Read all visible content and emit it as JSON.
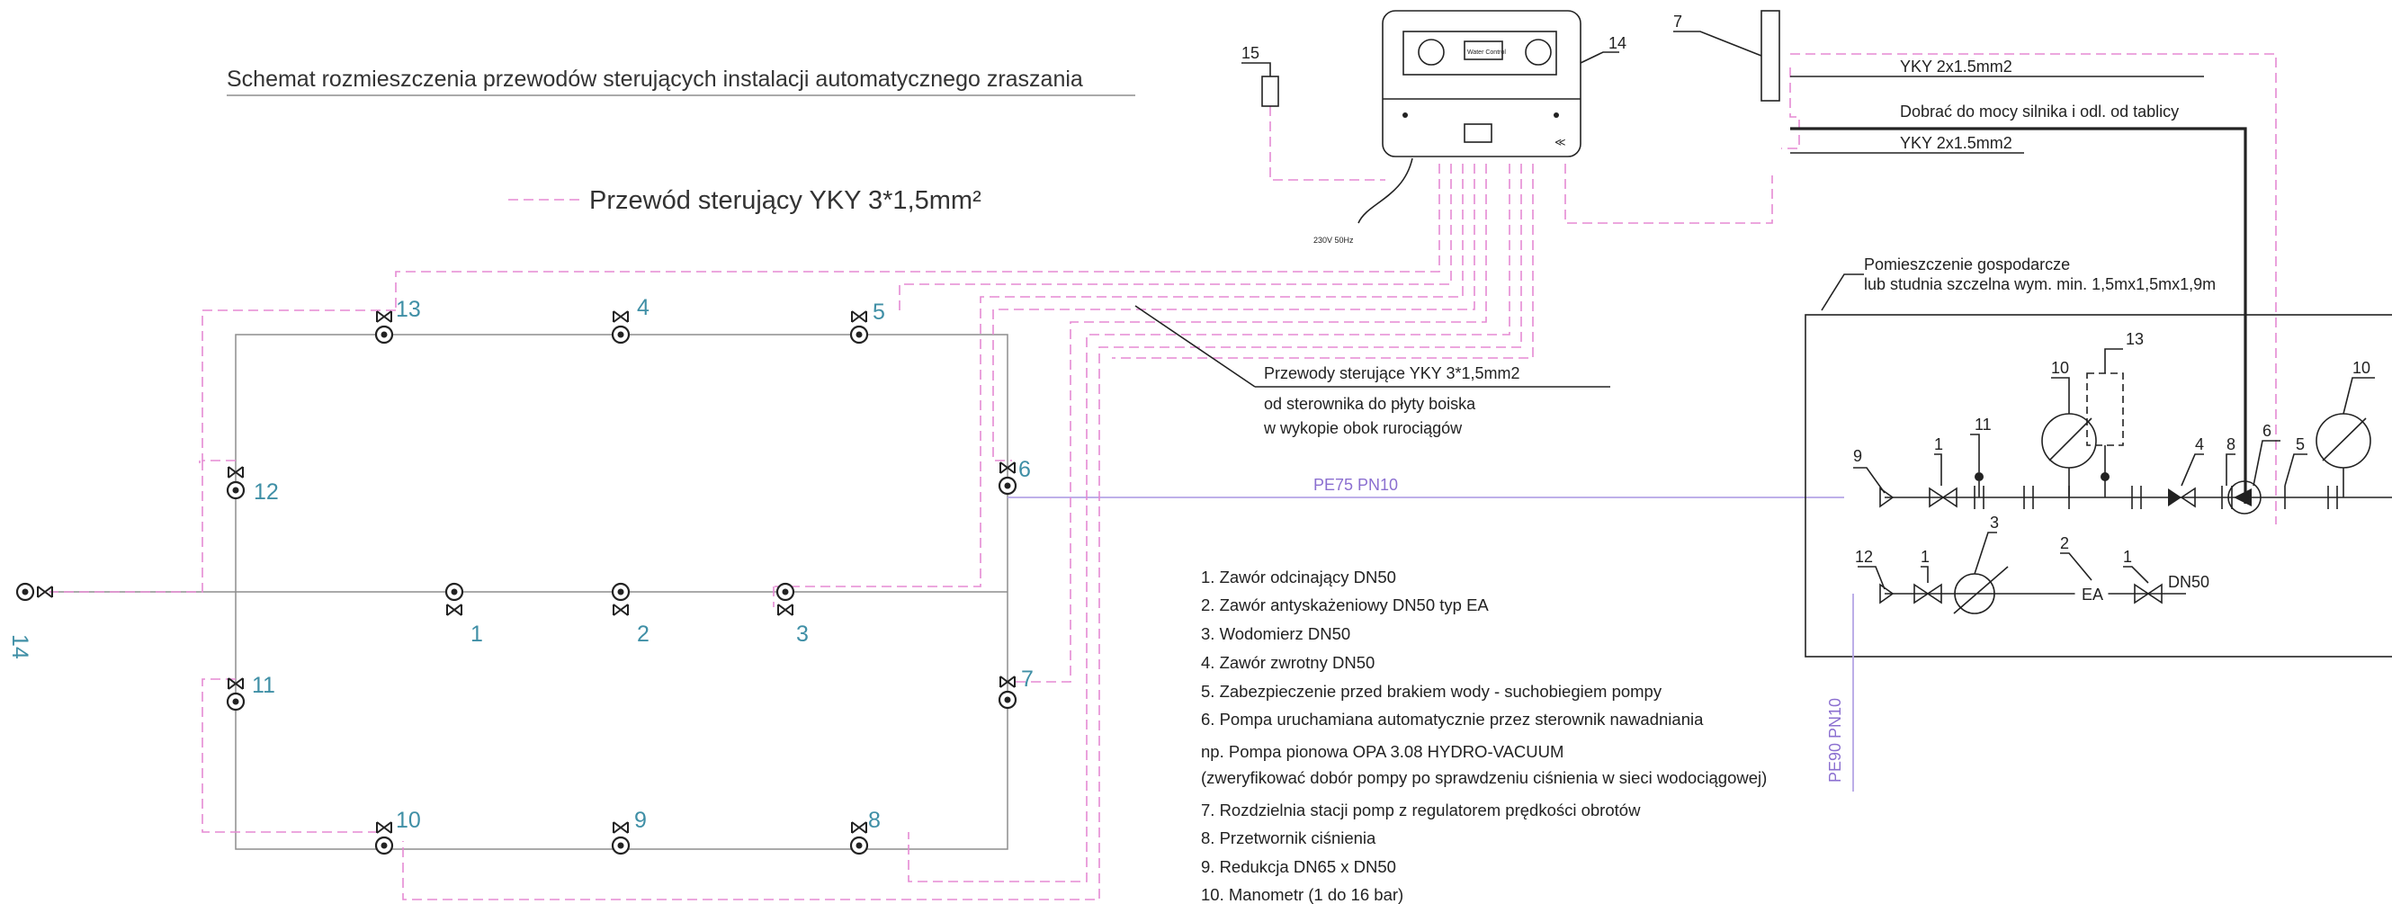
{
  "title": "Schemat rozmieszczenia przewodów sterujących instalacji automatycznego zraszania",
  "legend_wire": "Przewód sterujący YKY 3*1,5mm²",
  "cable_note": [
    "Przewody sterujące YKY 3*1,5mm2",
    "od sterownika do płyty boiska",
    "w wykopie obok rurociągów"
  ],
  "top_cables": {
    "yky1": "YKY 2x1.5mm2",
    "motor": "Dobrać do mocy silnika i odl. od tablicy",
    "yky2": "YKY 2x1.5mm2"
  },
  "controller": {
    "brand": "Water Control",
    "power": "230V 50Hz"
  },
  "room": {
    "line1": "Pomieszczenie gospodarcze",
    "line2": "lub studnia szczelna wym. min. 1,5mx1,5mx1,9m"
  },
  "pipes": {
    "pe75": "PE75 PN10",
    "pe90": "PE90 PN10"
  },
  "dn50": "DN50",
  "ea": "EA",
  "sprinklers": [
    "1",
    "2",
    "3",
    "4",
    "5",
    "6",
    "7",
    "8",
    "9",
    "10",
    "11",
    "12",
    "13",
    "14"
  ],
  "top_numbers": {
    "n15": "15",
    "n14": "14",
    "n7": "7"
  },
  "room_numbers": {
    "n9": "9",
    "n1a": "1",
    "n11": "11",
    "n13": "13",
    "n10a": "10",
    "n4": "4",
    "n8": "8",
    "n6": "6",
    "n5": "5",
    "n10b": "10",
    "n12": "12",
    "n1b": "1",
    "n3": "3",
    "n2": "2",
    "n1c": "1"
  },
  "legend_items": [
    "1. Zawór odcinający DN50",
    "2. Zawór antyskażeniowy DN50 typ EA",
    "3. Wodomierz DN50",
    "4. Zawór zwrotny DN50",
    "5. Zabezpieczenie przed brakiem wody - suchobiegiem pompy",
    "6. Pompa uruchamiana automatycznie przez sterownik nawadniania",
    "np. Pompa pionowa OPA 3.08 HYDRO-VACUUM",
    "(zweryfikować dobór pompy po sprawdzeniu ciśnienia w sieci wodociągowej)",
    "7. Rozdzielnia stacji pomp z regulatorem prędkości obrotów",
    "8. Przetwornik ciśnienia",
    "9. Redukcja DN65 x DN50",
    "10. Manometr (1 do 16 bar)"
  ]
}
